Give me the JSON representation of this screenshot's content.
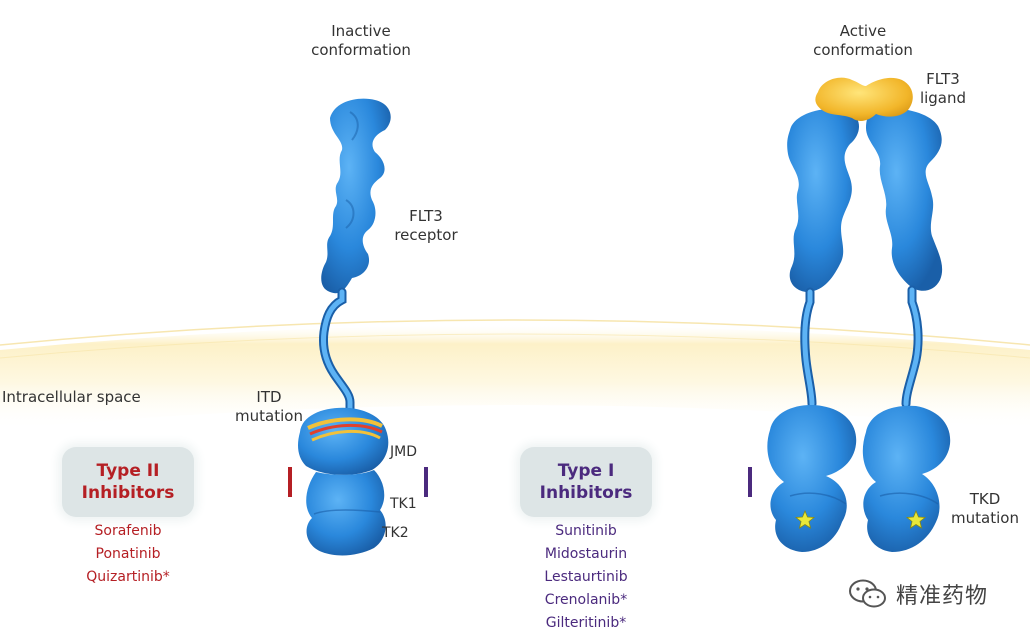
{
  "labels": {
    "inactive_line1": "Inactive",
    "inactive_line2": "conformation",
    "active_line1": "Active",
    "active_line2": "conformation",
    "flt3_receptor_line1": "FLT3",
    "flt3_receptor_line2": "receptor",
    "flt3_ligand_line1": "FLT3",
    "flt3_ligand_line2": "ligand",
    "intracellular": "Intracellular space",
    "itd_line1": "ITD",
    "itd_line2": "mutation",
    "jmd": "JMD",
    "tk1": "TK1",
    "tk2": "TK2",
    "tkd_line1": "TKD",
    "tkd_line2": "mutation"
  },
  "type2": {
    "title_line1": "Type II",
    "title_line2": "Inhibitors",
    "color": "#b51f24",
    "drugs": [
      "Sorafenib",
      "Ponatinib",
      "Quizartinib*"
    ]
  },
  "type1": {
    "title_line1": "Type I",
    "title_line2": "Inhibitors",
    "color": "#4b2a7e",
    "drugs": [
      "Sunitinib",
      "Midostaurin",
      "Lestaurtinib",
      "Crenolanib*",
      "Gilteritinib*"
    ]
  },
  "colors": {
    "receptor": "#2f8fe0",
    "receptor_dark": "#1a5fa8",
    "ligand": "#f2b62a",
    "membrane": "#fbeebe",
    "star": "#e8e83a"
  },
  "watermark": {
    "icon": "wechat-icon",
    "text": "精准药物"
  }
}
